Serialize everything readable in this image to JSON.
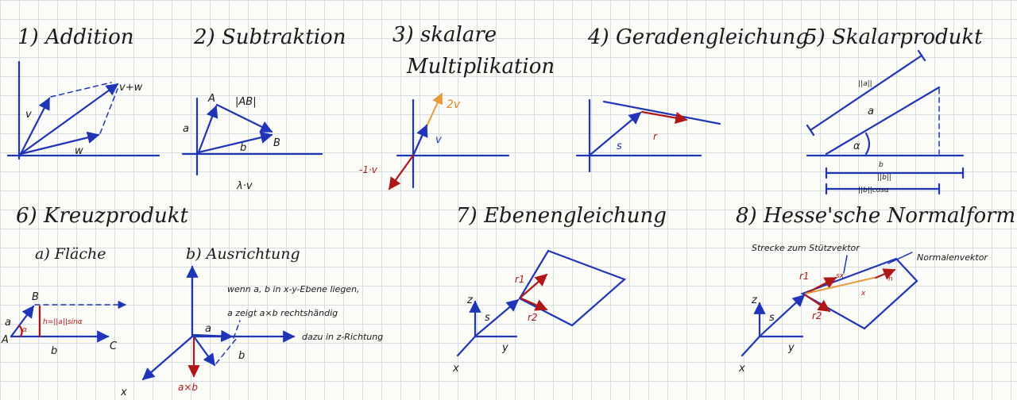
{
  "titles": {
    "addition": "1) Addition",
    "subtraktion": "2) Subtraktion",
    "skalare": "3) skalare",
    "multiplikation": "Multiplikation",
    "gerade": "4) Geradengleichung",
    "skalarprodukt": "5) Skalarprodukt",
    "kreuz": "6) Kreuzprodukt",
    "ebene": "7) Ebenengleichung",
    "hesse": "8) Hesse'sche Normalform"
  },
  "subtitles": {
    "flaeche": "a) Fläche",
    "ausrichtung": "b) Ausrichtung"
  },
  "labels": {
    "v": "v",
    "w": "w",
    "vw": "v+w",
    "A": "A",
    "B": "B",
    "AB": "|AB|",
    "a": "a",
    "b": "b",
    "lambda_v": "λ·v",
    "two_v": "2v",
    "v3": "v",
    "minus_v": "-1·v",
    "s": "s",
    "r": "r",
    "norm_a": "||a||",
    "a5": "a",
    "alpha": "α",
    "b5": "b",
    "norm_b": "||b||",
    "proj": "||b||cosα",
    "fa": "a",
    "fB": "B",
    "fA": "A",
    "fb": "b",
    "fC": "C",
    "height": "h=||a||sinα",
    "alpha6": "α",
    "ba": "a",
    "bb": "b",
    "axb": "a×b",
    "x": "x",
    "z7": "z",
    "s7": "s",
    "y7": "y",
    "x7": "x",
    "r1_7": "r1",
    "r2_7": "r2",
    "z8": "z",
    "s8": "s",
    "y8": "y",
    "x8": "x",
    "r1_8": "r1",
    "r2_8": "r2",
    "sx": "sx",
    "n": "n",
    "x_vec": "x"
  },
  "notes": {
    "line1": "wenn a, b in x-y-Ebene liegen,",
    "line2": "a zeigt a×b rechtshändig",
    "line3": "dazu in z-Richtung",
    "strecke": "Strecke zum Stützvektor",
    "normalen": "Normalenvektor"
  },
  "colors": {
    "ink_blue": "#1e35b8",
    "ink_red": "#b01818",
    "ink_orange": "#e89a3a",
    "ink_black": "#1a1a1a",
    "grid": "#d7dbe2"
  }
}
